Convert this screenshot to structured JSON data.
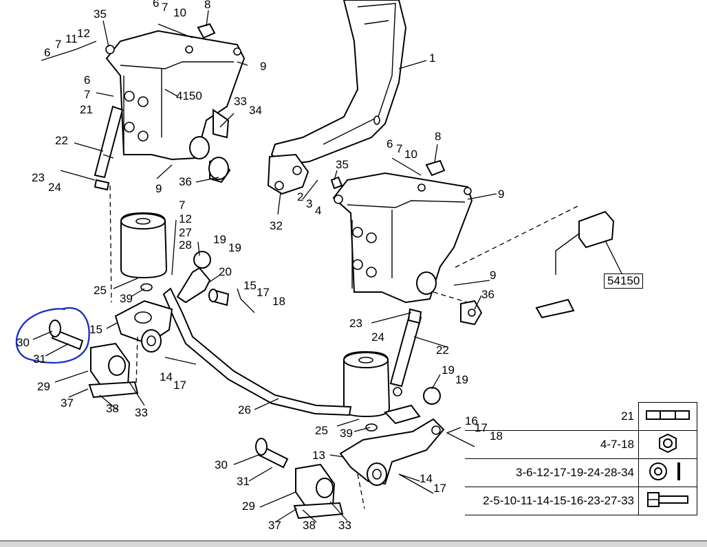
{
  "callouts": [
    {
      "id": "c35a",
      "text": "35"
    },
    {
      "id": "c6a",
      "text": "6"
    },
    {
      "id": "c7a",
      "text": "7"
    },
    {
      "id": "c10a",
      "text": "10"
    },
    {
      "id": "c8a",
      "text": "8"
    },
    {
      "id": "c6b",
      "text": "6"
    },
    {
      "id": "c7b",
      "text": "7"
    },
    {
      "id": "c11a",
      "text": "11"
    },
    {
      "id": "c12a",
      "text": "12"
    },
    {
      "id": "c9a",
      "text": "9"
    },
    {
      "id": "c1",
      "text": "1"
    },
    {
      "id": "c6c",
      "text": "6"
    },
    {
      "id": "c7c",
      "text": "7"
    },
    {
      "id": "c21a",
      "text": "21"
    },
    {
      "id": "c4150",
      "text": "4150"
    },
    {
      "id": "c33a",
      "text": "33"
    },
    {
      "id": "c34a",
      "text": "34"
    },
    {
      "id": "c22a",
      "text": "22"
    },
    {
      "id": "c23a",
      "text": "23"
    },
    {
      "id": "c24a",
      "text": "24"
    },
    {
      "id": "c9b",
      "text": "9"
    },
    {
      "id": "c36a",
      "text": "36"
    },
    {
      "id": "c35b",
      "text": "35"
    },
    {
      "id": "c2a",
      "text": "2"
    },
    {
      "id": "c3a",
      "text": "3"
    },
    {
      "id": "c4a",
      "text": "4"
    },
    {
      "id": "c32",
      "text": "32"
    },
    {
      "id": "c6d",
      "text": "6"
    },
    {
      "id": "c7d",
      "text": "7"
    },
    {
      "id": "c10b",
      "text": "10"
    },
    {
      "id": "c8b",
      "text": "8"
    },
    {
      "id": "c9c",
      "text": "9"
    },
    {
      "id": "c7e",
      "text": "7"
    },
    {
      "id": "c12b",
      "text": "12"
    },
    {
      "id": "c27a",
      "text": "27"
    },
    {
      "id": "c28a",
      "text": "28"
    },
    {
      "id": "c19a",
      "text": "19"
    },
    {
      "id": "c19b",
      "text": "19"
    },
    {
      "id": "c20",
      "text": "20"
    },
    {
      "id": "c25a",
      "text": "25"
    },
    {
      "id": "c39a",
      "text": "39"
    },
    {
      "id": "c15a",
      "text": "15"
    },
    {
      "id": "c17a",
      "text": "17"
    },
    {
      "id": "c18a",
      "text": "18"
    },
    {
      "id": "c15b",
      "text": "15"
    },
    {
      "id": "c9d",
      "text": "9"
    },
    {
      "id": "c36b",
      "text": "36"
    },
    {
      "id": "c23b",
      "text": "23"
    },
    {
      "id": "c24b",
      "text": "24"
    },
    {
      "id": "c22b",
      "text": "22"
    },
    {
      "id": "c30a",
      "text": "30"
    },
    {
      "id": "c31a",
      "text": "31"
    },
    {
      "id": "c29a",
      "text": "29"
    },
    {
      "id": "c37a",
      "text": "37"
    },
    {
      "id": "c38a",
      "text": "38"
    },
    {
      "id": "c33b",
      "text": "33"
    },
    {
      "id": "c14a",
      "text": "14"
    },
    {
      "id": "c17b",
      "text": "17"
    },
    {
      "id": "c26",
      "text": "26"
    },
    {
      "id": "c19c",
      "text": "19"
    },
    {
      "id": "c19d",
      "text": "19"
    },
    {
      "id": "c25b",
      "text": "25"
    },
    {
      "id": "c39b",
      "text": "39"
    },
    {
      "id": "c16",
      "text": "16"
    },
    {
      "id": "c17c",
      "text": "17"
    },
    {
      "id": "c18b",
      "text": "18"
    },
    {
      "id": "c13",
      "text": "13"
    },
    {
      "id": "c14b",
      "text": "14"
    },
    {
      "id": "c17d",
      "text": "17"
    },
    {
      "id": "c30b",
      "text": "30"
    },
    {
      "id": "c31b",
      "text": "31"
    },
    {
      "id": "c29b",
      "text": "29"
    },
    {
      "id": "c37b",
      "text": "37"
    },
    {
      "id": "c38b",
      "text": "38"
    },
    {
      "id": "c33c",
      "text": "33"
    }
  ],
  "reference_box": "54150",
  "legend": [
    {
      "codes": "21",
      "icon": "bolt-pair-icon"
    },
    {
      "codes": "4-7-18",
      "icon": "hex-nut-icon"
    },
    {
      "codes": "3-6-12-17-19-24-28-34",
      "icon": "washer-icon"
    },
    {
      "codes": "2-5-10-11-14-15-16-23-27-33",
      "icon": "hex-bolt-icon"
    }
  ],
  "annotation": {
    "color": "#1a2fc8",
    "shape": "hand-drawn-circle"
  }
}
